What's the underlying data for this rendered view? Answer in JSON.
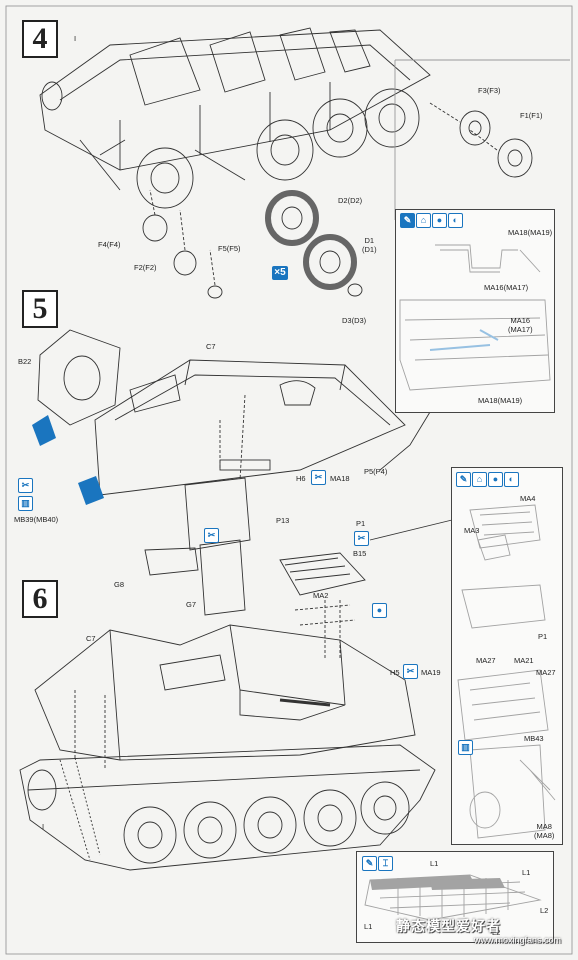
{
  "steps": {
    "step4": "4",
    "step5": "5",
    "step6": "6"
  },
  "step4_labels": {
    "i": "I",
    "f3": "F3(F3)",
    "f1": "F1(F1)",
    "d2": "D2(D2)",
    "d1": "D1\n(D1)",
    "f4": "F4(F4)",
    "f5": "F5(F5)",
    "f2": "F2(F2)",
    "d3": "D3(D3)",
    "qty": "×5"
  },
  "detail_top": {
    "ma18": "MA18(MA19)",
    "ma16": "MA16(MA17)",
    "ma16b": "MA16\n(MA17)",
    "ma18b": "MA18(MA19)"
  },
  "step5_labels": {
    "b22": "B22",
    "c7": "C7",
    "h6": "H6",
    "ma18": "MA18",
    "p5": "P5(P4)",
    "p13": "P13",
    "mb39": "MB39(MB40)",
    "g8": "G8",
    "g7": "G7",
    "p1": "P1",
    "b15": "B15"
  },
  "step6_labels": {
    "ma2": "MA2",
    "c7": "C7",
    "h5": "H5",
    "ma19": "MA19",
    "i": "I"
  },
  "detail_side": {
    "ma4": "MA4",
    "ma3": "MA3",
    "p1": "P1",
    "ma27a": "MA27",
    "ma21": "MA21",
    "ma27b": "MA27",
    "mb43": "MB43",
    "ma8": "MA8\n(MA8)"
  },
  "detail_bottom": {
    "l1a": "L1",
    "l1b": "L1",
    "l1c": "L1",
    "l2a": "L2",
    "l2b": "L2"
  },
  "watermark": {
    "cn": "静态模型爱好者",
    "url": "www.moxingfans.com"
  },
  "colors": {
    "accent": "#1a75bf",
    "line": "#333333",
    "paper": "#f4f4f2"
  }
}
